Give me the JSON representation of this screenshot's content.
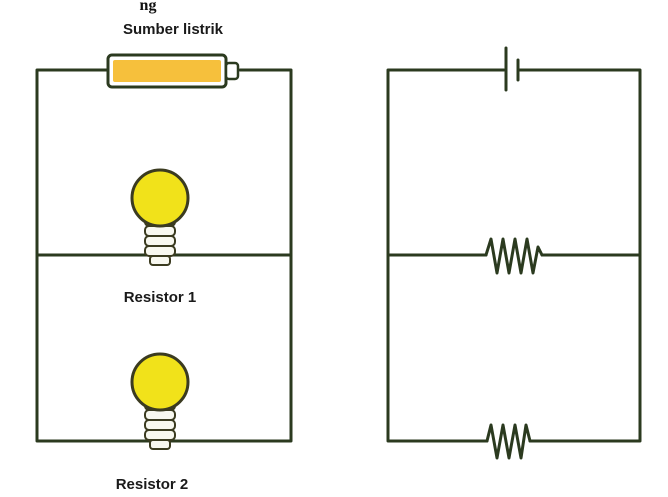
{
  "header_fragment": "ng",
  "pictorial_circuit": {
    "source_label": "Sumber listrik",
    "resistor_labels": [
      "Resistor 1",
      "Resistor 2"
    ]
  },
  "colors": {
    "wire": "#2b3a1f",
    "battery_fill": "#f6c03c",
    "bulb_glass": "#f1e21a",
    "bulb_glass_stroke": "#3b3b20",
    "bulb_base": "#f8f8f0"
  },
  "icons": {
    "source": "battery-icon",
    "resistor_1": "light-bulb-icon",
    "resistor_2": "light-bulb-icon",
    "schematic_source": "cell-symbol-icon",
    "schematic_resistors": "resistor-symbol-icon"
  }
}
